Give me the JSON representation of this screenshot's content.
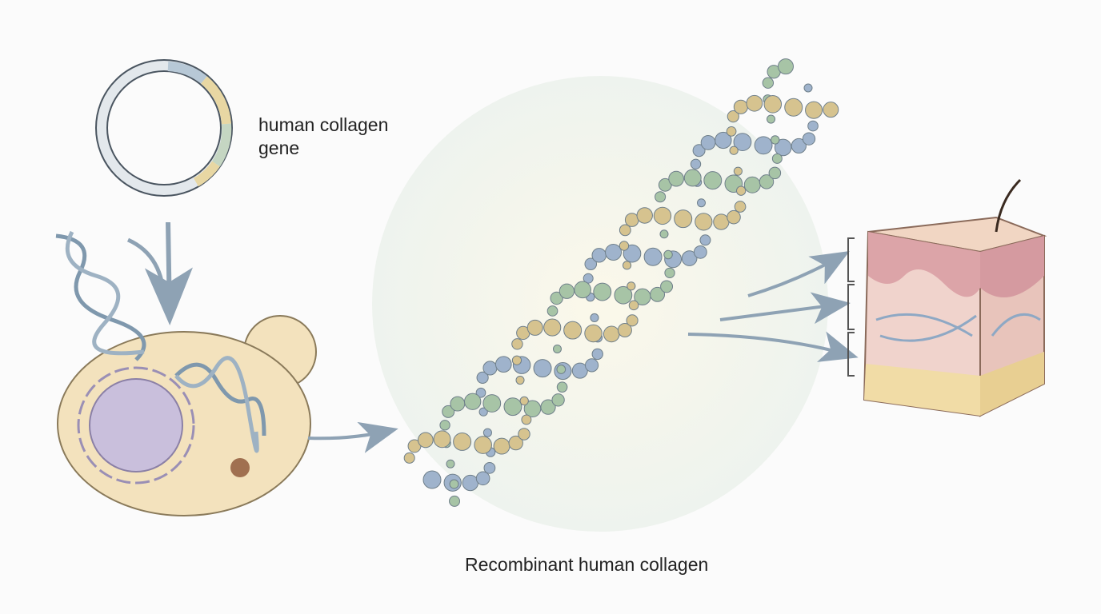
{
  "labels": {
    "plasmid_line1": "human collagen",
    "plasmid_line2": "gene",
    "caption": "Recombinant human collagen"
  },
  "colors": {
    "blue_strand": "#9fb3cc",
    "green_strand": "#a7c4a6",
    "gold_strand": "#d6c38f",
    "cell_fill": "#f3e2bd",
    "nucleus": "#c9bfdc",
    "skin_top": "#efd2c0",
    "fat": "#f1dca6"
  }
}
